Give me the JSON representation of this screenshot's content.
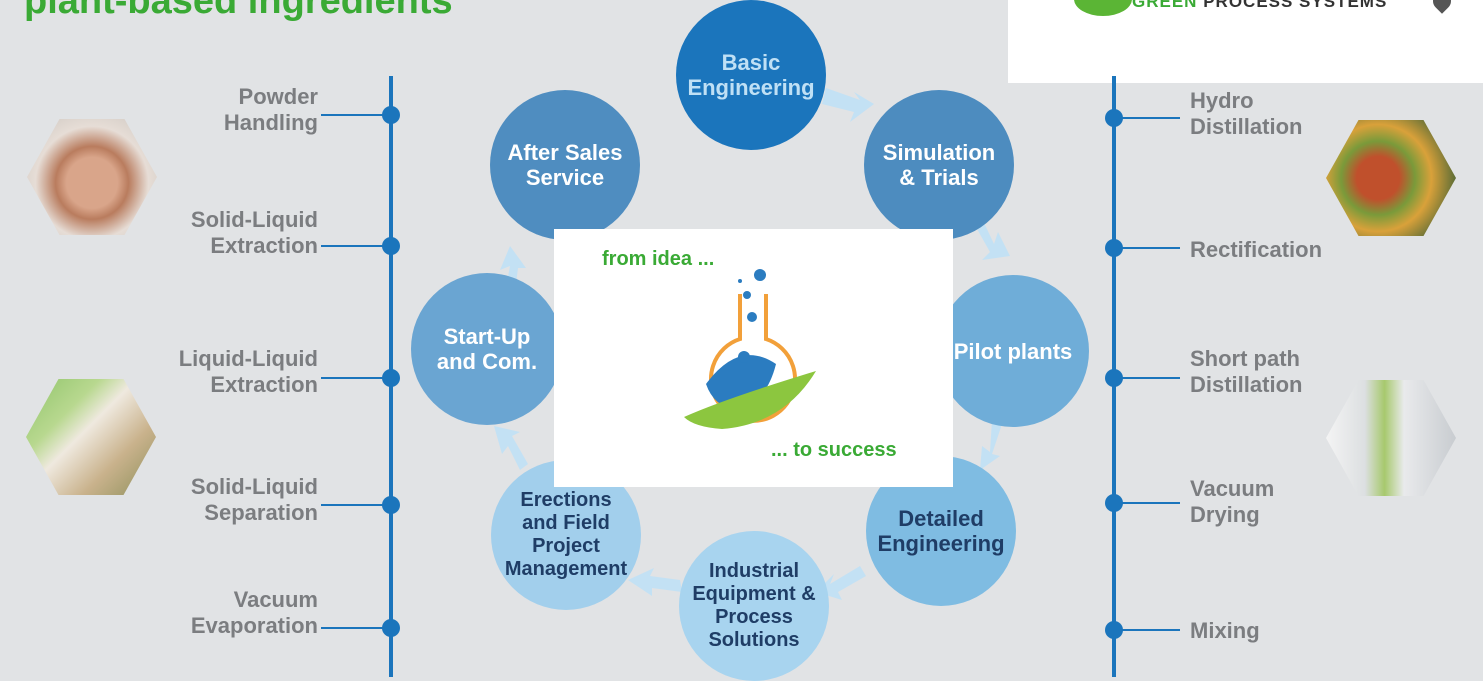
{
  "headline": "plant-based ingredients",
  "logo": {
    "green_word": "GREEN",
    "rest": "PROCESS SYSTEMS",
    "leaf_icon": "leaf-icon",
    "pin_icon": "map-pin-icon"
  },
  "left_processes": [
    "Powder\nHandling",
    "Solid-Liquid\nExtraction",
    "Liquid-Liquid\nExtraction",
    "Solid-Liquid\nSeparation",
    "Vacuum\nEvaporation"
  ],
  "right_processes": [
    "Hydro\nDistillation",
    "Rectification",
    "Short path\nDistillation",
    "Vacuum\nDrying",
    "Mixing"
  ],
  "cycle": [
    {
      "label": "Basic\nEngineering",
      "bg": "#1b75bc",
      "fg": "#bfe0f5"
    },
    {
      "label": "Simulation\n& Trials",
      "bg": "#4d8cbf",
      "fg": "#ffffff"
    },
    {
      "label": "Pilot plants",
      "bg": "#6fadd8",
      "fg": "#ffffff"
    },
    {
      "label": "Detailed\nEngineering",
      "bg": "#7fbce2",
      "fg": "#1f3d66"
    },
    {
      "label": "Industrial\nEquipment &\nProcess\nSolutions",
      "bg": "#a8d4ef",
      "fg": "#1f3d66"
    },
    {
      "label": "Erections\nand Field\nProject\nManagement",
      "bg": "#a2cfec",
      "fg": "#1f3d66"
    },
    {
      "label": "Start-Up\nand Com.",
      "bg": "#6aa5d2",
      "fg": "#ffffff"
    },
    {
      "label": "After Sales\nService",
      "bg": "#4f8dc0",
      "fg": "#ffffff"
    }
  ],
  "center": {
    "from": "from idea ...",
    "to": "... to success"
  },
  "images": [
    "woman-face-image",
    "capsules-herbs-image",
    "grilled-vegetables-image",
    "bottles-image"
  ],
  "colors": {
    "brand_green": "#3aaa35",
    "line_blue": "#1b75bc",
    "label_gray": "#7b7d80",
    "arrow_blue": "#c3e1f4"
  }
}
